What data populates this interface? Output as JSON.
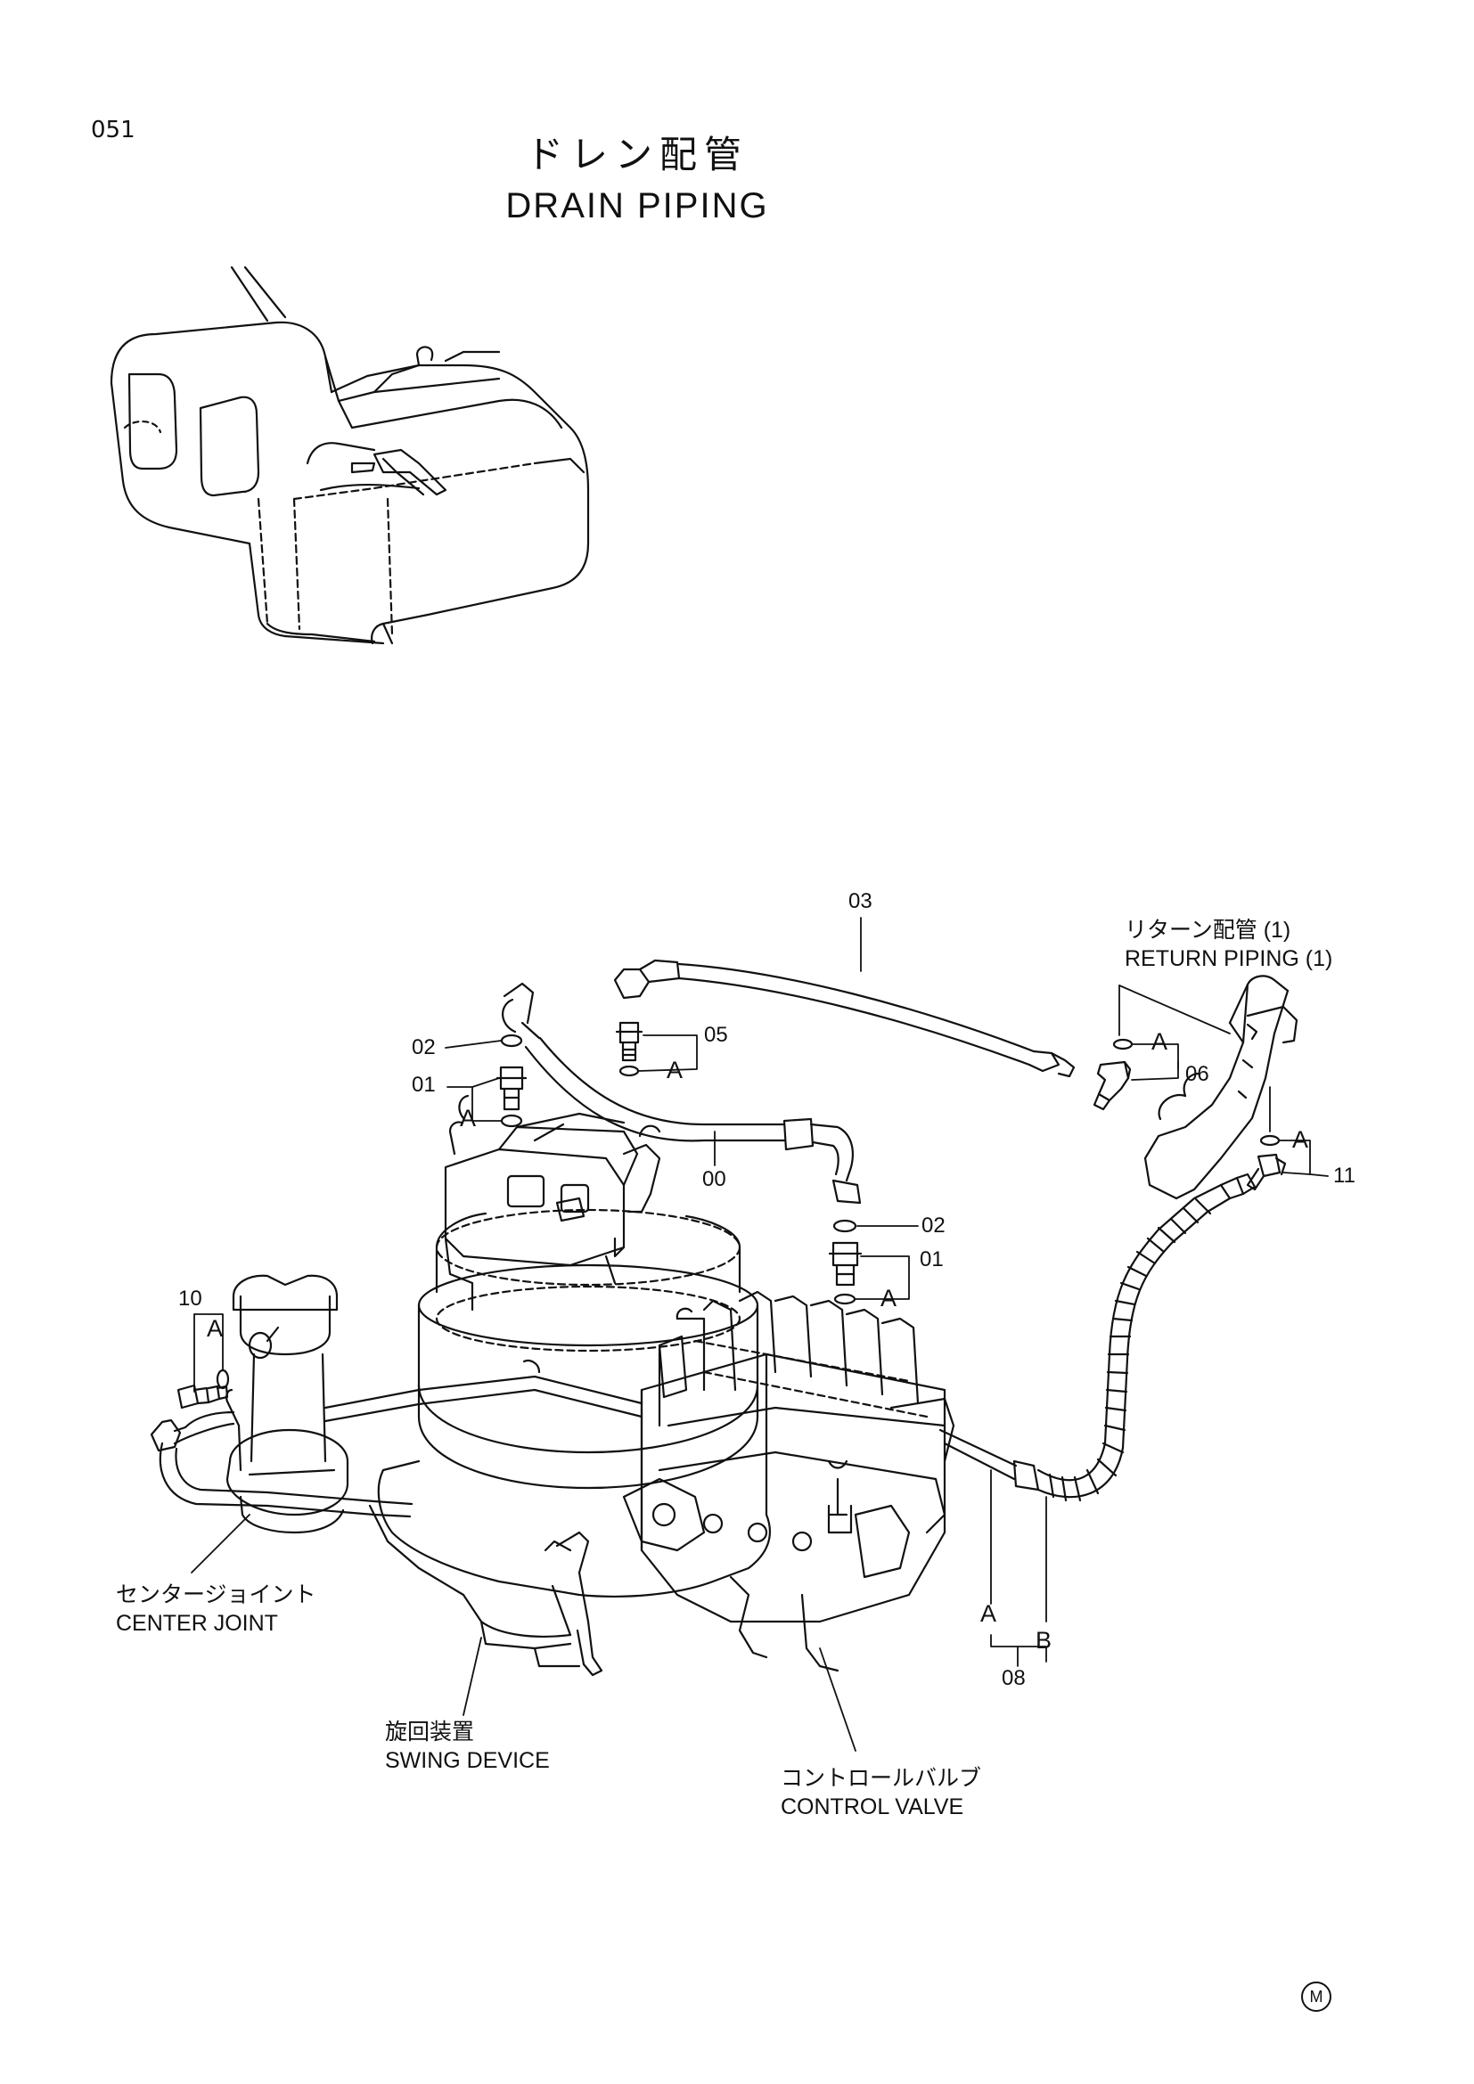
{
  "page": {
    "number": "051"
  },
  "title": {
    "jp": "ドレン配管",
    "en": "DRAIN  PIPING"
  },
  "callouts": {
    "p00": "00",
    "p01a": "01",
    "p01b": "01",
    "p02a": "02",
    "p02b": "02",
    "p03": "03",
    "p05": "05",
    "p06": "06",
    "p08": "08",
    "p10": "10",
    "p11": "11",
    "a1": "A",
    "a2": "A",
    "a3": "A",
    "a4": "A",
    "a5": "A",
    "a6": "A",
    "a7": "A",
    "b1": "B"
  },
  "components": {
    "return_piping": {
      "jp": "リターン配管 (1)",
      "en": "RETURN  PIPING (1)"
    },
    "center_joint": {
      "jp": "センタージョイント",
      "en": "CENTER JOINT"
    },
    "swing_device": {
      "jp": "旋回装置",
      "en": "SWING DEVICE"
    },
    "control_valve": {
      "jp": "コントロールバルブ",
      "en": "CONTROL VALVE"
    }
  },
  "mark": "M"
}
